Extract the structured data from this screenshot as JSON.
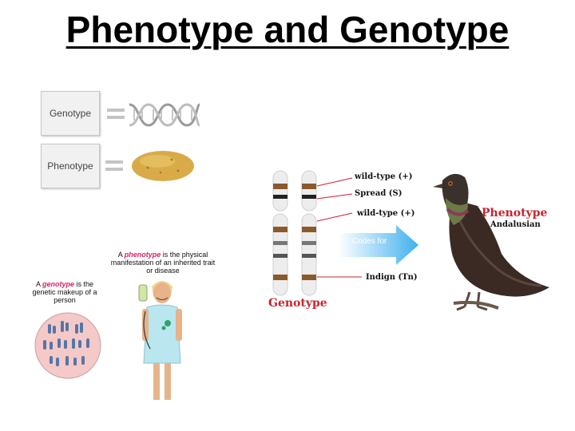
{
  "title": "Phenotype and Genotype",
  "diagram_left": {
    "genotype_box": "Genotype",
    "phenotype_box": "Phenotype",
    "phenotype_desc": {
      "pre": "A ",
      "term": "phenotype",
      "post": " is the physical manifestation of an inherited trait or disease"
    },
    "genotype_desc": {
      "pre": "A ",
      "term": "genotype",
      "post": " is the genetic makeup of a person"
    }
  },
  "diagram_right": {
    "labels": [
      "wild-type (+)",
      "Spread (S)",
      "wild-type (+)",
      "Indign (Tn)"
    ],
    "codes_for": "Codes for",
    "genotype_label": "Genotype",
    "phenotype_label": "Phenotype",
    "phenotype_sub": "Andalusian"
  },
  "colors": {
    "accent_red": "#c8232d",
    "term_pink": "#d9246a",
    "arrow_blue": "#4fb6f0"
  }
}
